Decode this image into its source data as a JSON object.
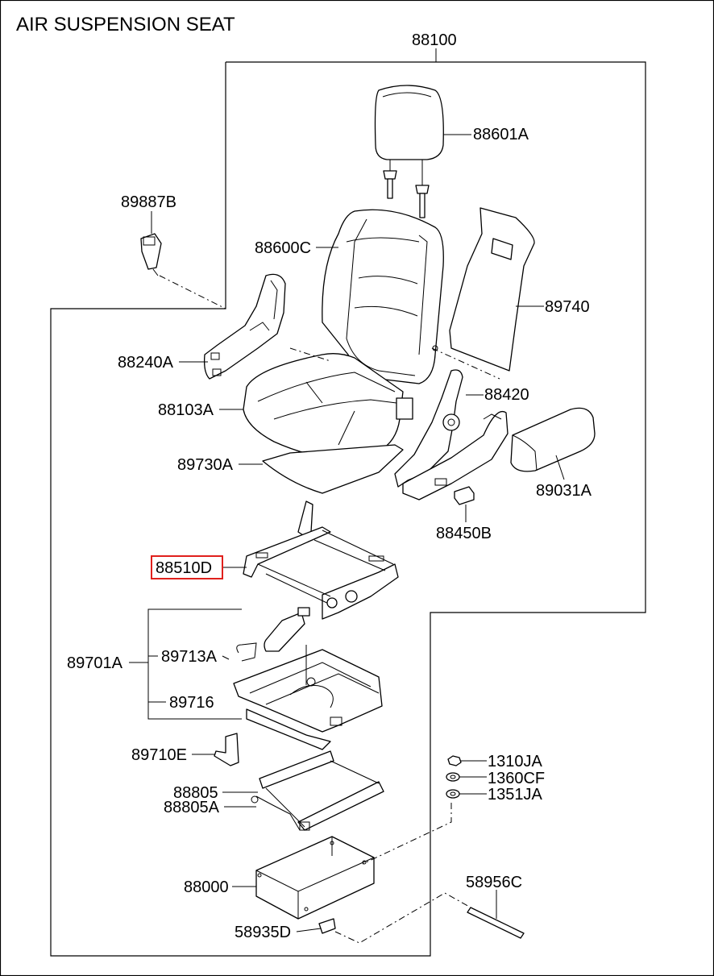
{
  "title": "AIR SUSPENSION SEAT",
  "parts": [
    {
      "id": "top",
      "label": "88100"
    },
    {
      "id": "headrest",
      "label": "88601A"
    },
    {
      "id": "buckle",
      "label": "89887B"
    },
    {
      "id": "back",
      "label": "88600C"
    },
    {
      "id": "board",
      "label": "89740"
    },
    {
      "id": "side-cover",
      "label": "88240A"
    },
    {
      "id": "recliner",
      "label": "88420"
    },
    {
      "id": "cushion",
      "label": "88103A"
    },
    {
      "id": "armrest",
      "label": "89031A"
    },
    {
      "id": "pad",
      "label": "89730A"
    },
    {
      "id": "knob",
      "label": "88450B"
    },
    {
      "id": "frame",
      "label": "88510D",
      "highlighted": true
    },
    {
      "id": "susp-main",
      "label": "89701A"
    },
    {
      "id": "susp-cyl",
      "label": "89713A"
    },
    {
      "id": "susp-base",
      "label": "89716"
    },
    {
      "id": "bracket",
      "label": "89710E"
    },
    {
      "id": "rail-1",
      "label": "88805"
    },
    {
      "id": "rail-2",
      "label": "88805A"
    },
    {
      "id": "nut",
      "label": "1310JA"
    },
    {
      "id": "washer-1",
      "label": "1360CF"
    },
    {
      "id": "washer-2",
      "label": "1351JA"
    },
    {
      "id": "base",
      "label": "88000"
    },
    {
      "id": "bolt",
      "label": "58935D"
    },
    {
      "id": "pin",
      "label": "58956C"
    }
  ],
  "colors": {
    "line": "#000000",
    "highlight": "#e0201c",
    "background": "#ffffff"
  }
}
